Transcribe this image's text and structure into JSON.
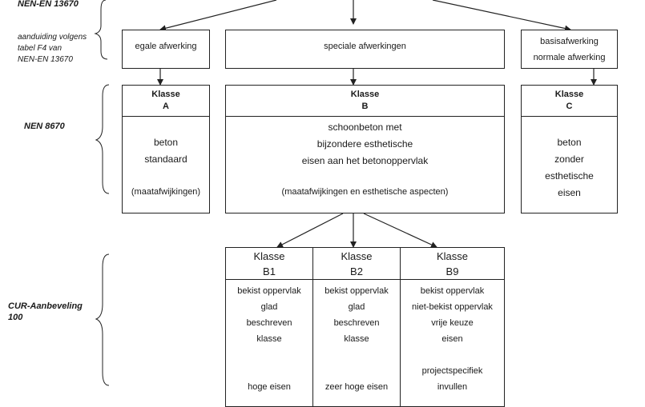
{
  "labels": {
    "nen_en": "NEN-EN 13670",
    "aanduiding": [
      "aanduiding volgens",
      "tabel  F4  van",
      "NEN-EN 13670"
    ],
    "nen8670": "NEN 8670",
    "cur": [
      "CUR-Aanbeveling",
      "100"
    ]
  },
  "top_boxes": {
    "egale": "egale afwerking",
    "speciale": "speciale afwerkingen",
    "basis": [
      "basisafwerking",
      "normale afwerking"
    ]
  },
  "klasse_a": {
    "title": "Klasse",
    "code": "A",
    "body": [
      "beton",
      "standaard"
    ],
    "note": "(maatafwijkingen)"
  },
  "klasse_b": {
    "title": "Klasse",
    "code": "B",
    "body": [
      "schoonbeton met",
      "bijzondere esthetische",
      "eisen aan het betonoppervlak"
    ],
    "note": "(maatafwijkingen en esthetische aspecten)"
  },
  "klasse_c": {
    "title": "Klasse",
    "code": "C",
    "body": [
      "beton",
      "zonder",
      "esthetische",
      "eisen"
    ]
  },
  "b1": {
    "title": "Klasse",
    "code": "B1",
    "body": [
      "bekist oppervlak",
      "glad",
      "beschreven",
      "klasse"
    ],
    "footer": "hoge eisen"
  },
  "b2": {
    "title": "Klasse",
    "code": "B2",
    "body": [
      "bekist oppervlak",
      "glad",
      "beschreven",
      "klasse"
    ],
    "footer": "zeer hoge eisen"
  },
  "b9": {
    "title": "Klasse",
    "code": "B9",
    "body": [
      "bekist oppervlak",
      "niet-bekist oppervlak",
      "vrije keuze",
      "eisen"
    ],
    "footer": [
      "projectspecifiek",
      "invullen"
    ]
  }
}
